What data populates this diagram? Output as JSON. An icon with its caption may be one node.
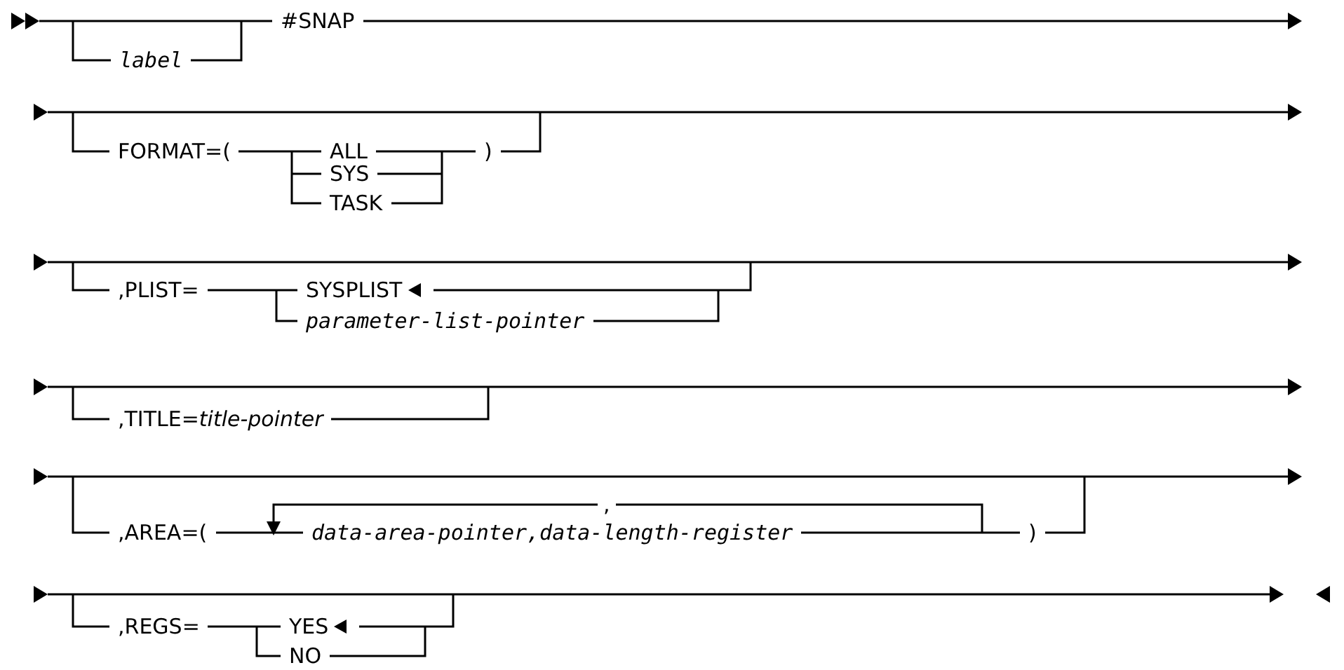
{
  "diagram": {
    "labels": [
      "#SNAP",
      "label",
      "FORMAT=(",
      "ALL",
      ")",
      "SYS",
      "TASK",
      ",PLIST=",
      "SYSPLIST",
      "parameter-list-pointer",
      ",TITLE=*title-pointer*",
      ",",
      ",AREA=(",
      "data-area-pointer,data-length-register",
      ")",
      ",REGS=",
      "YES",
      "NO"
    ]
  }
}
